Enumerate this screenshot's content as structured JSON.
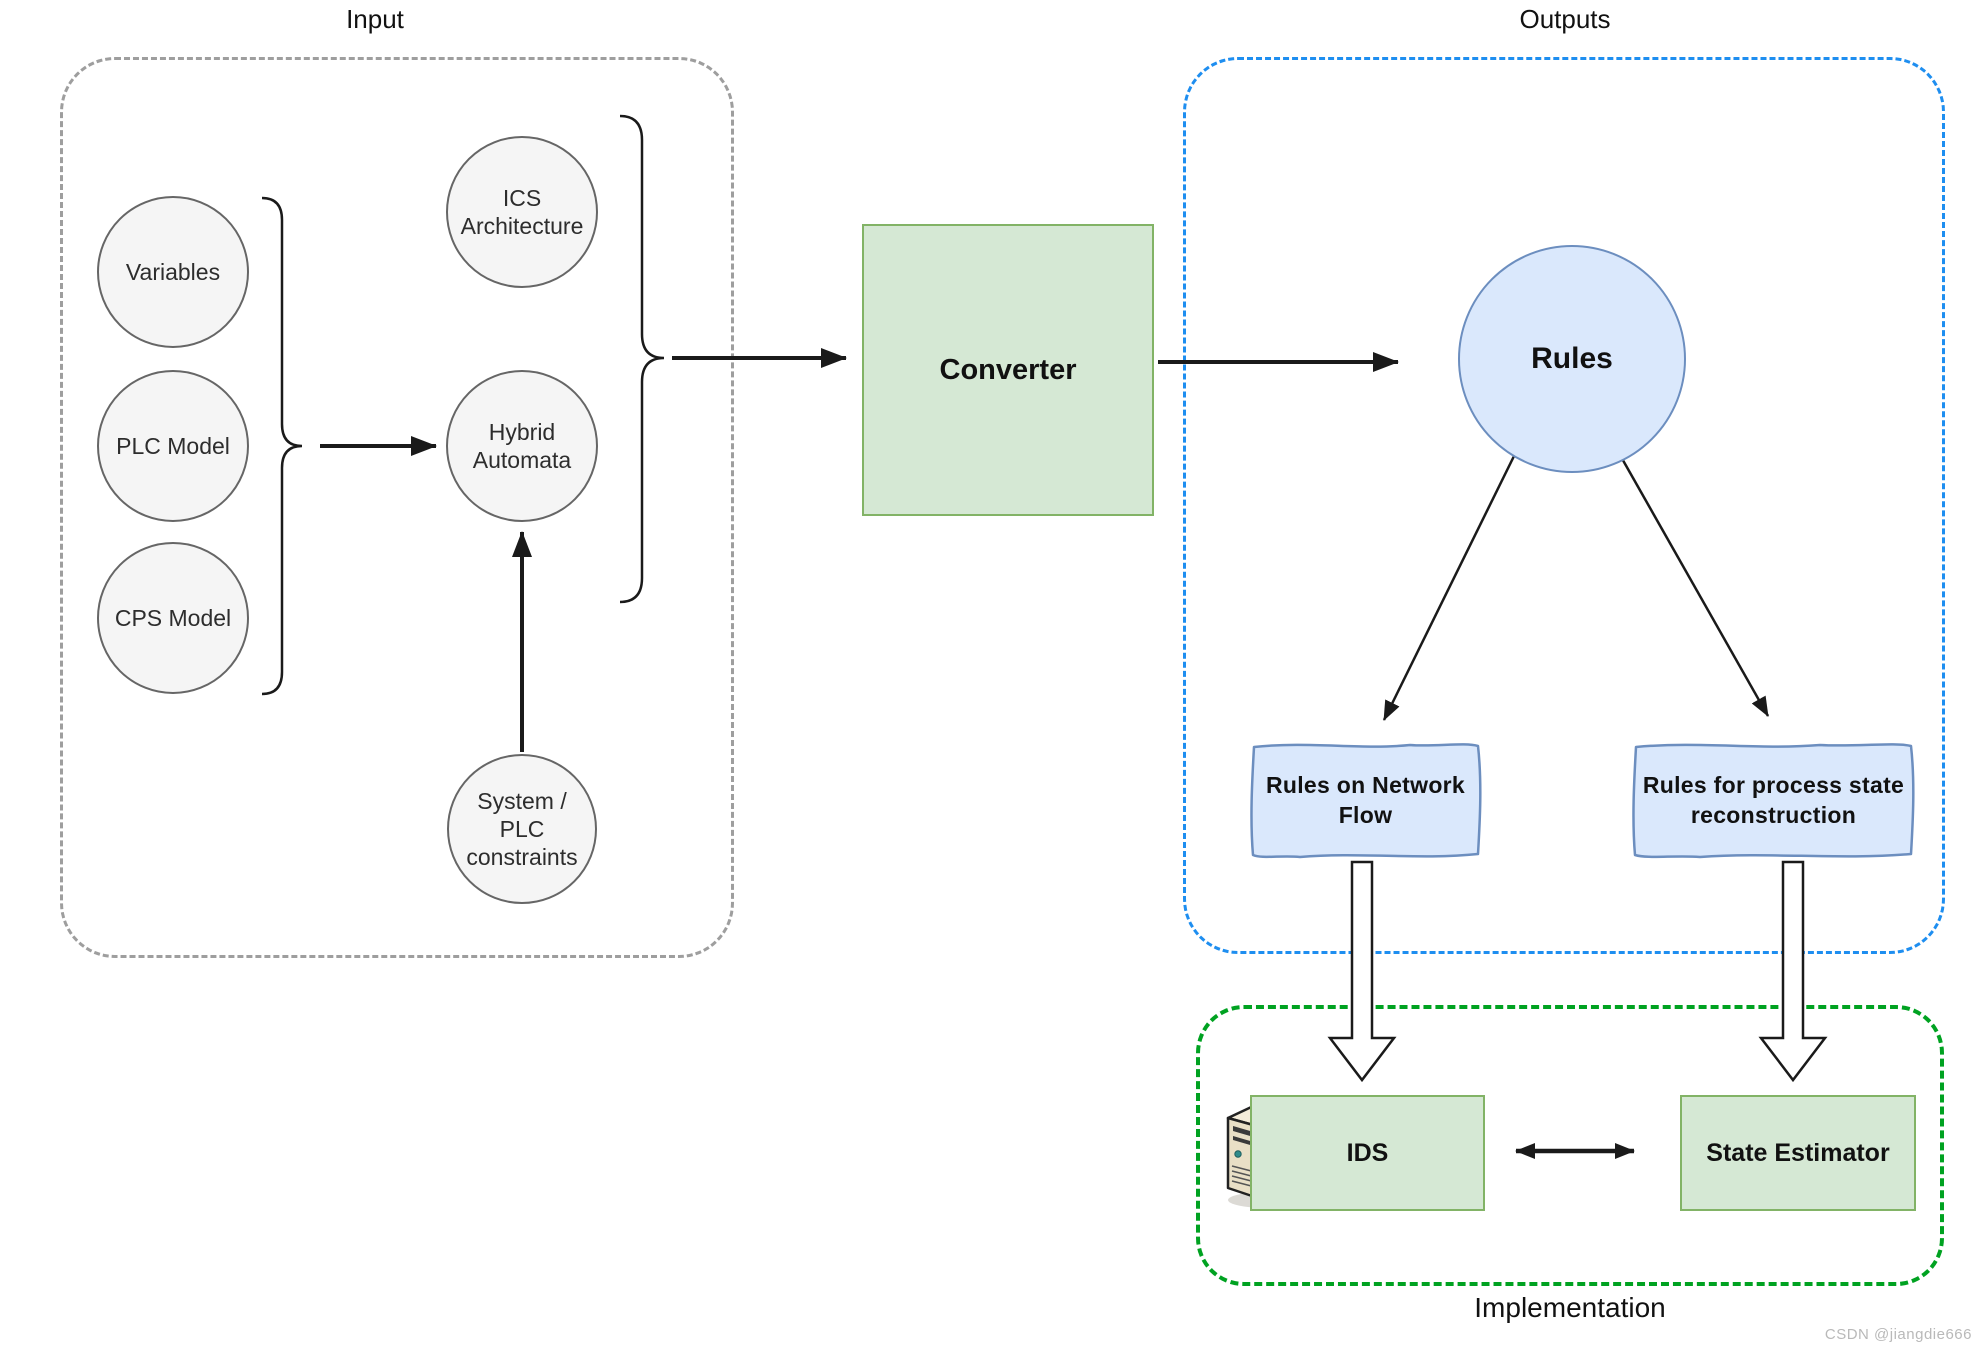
{
  "sections": {
    "input": {
      "title": "Input",
      "nodes": {
        "variables": {
          "label": "Variables"
        },
        "plc_model": {
          "label": "PLC Model"
        },
        "cps_model": {
          "label": "CPS Model"
        },
        "ics_architecture": {
          "label": "ICS Architecture"
        },
        "hybrid_automata": {
          "label": "Hybrid Automata"
        },
        "system_plc_constraints": {
          "label": "System / PLC constraints"
        }
      }
    },
    "converter": {
      "label": "Converter"
    },
    "outputs": {
      "title": "Outputs",
      "nodes": {
        "rules": {
          "label": "Rules"
        },
        "rules_network_flow": {
          "label": "Rules on Network Flow"
        },
        "rules_process_state": {
          "label": "Rules for process state reconstruction"
        }
      }
    },
    "implementation": {
      "title": "Implementation",
      "nodes": {
        "ids": {
          "label": "IDS"
        },
        "state_estimator": {
          "label": "State Estimator"
        }
      }
    }
  },
  "watermark": "CSDN @jiangdie666",
  "colors": {
    "input_border": "#9e9e9e",
    "outputs_border": "#1e8ef0",
    "implementation_border": "#00a221",
    "gray_node_fill": "#f5f5f5",
    "gray_node_border": "#666666",
    "blue_node_fill": "#dae8fc",
    "blue_node_border": "#6c8ebf",
    "green_box_fill": "#d5e8d4",
    "green_box_border": "#82b366"
  }
}
